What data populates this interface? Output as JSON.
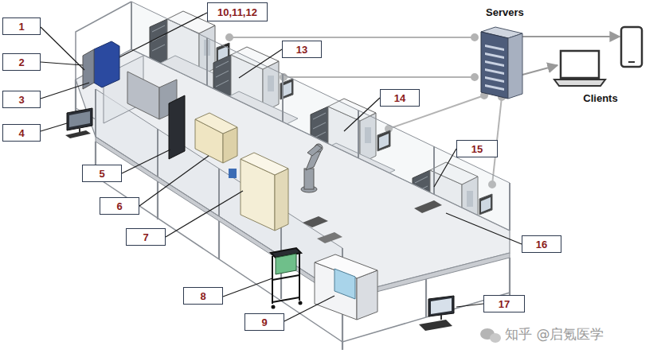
{
  "diagram": {
    "nodes": [
      {
        "text": [
          "10,11,12"
        ]
      },
      {
        "text": [
          "Servers"
        ]
      },
      {
        "text": [
          "1"
        ]
      },
      {
        "text": [
          "13"
        ]
      },
      {
        "text": [
          "2"
        ]
      },
      {
        "text": [
          "Clients"
        ]
      },
      {
        "text": [
          "3"
        ]
      },
      {
        "text": [
          "14"
        ]
      },
      {
        "text": [
          "4"
        ]
      },
      {
        "text": [
          "15"
        ]
      },
      {
        "text": [
          "5"
        ]
      },
      {
        "text": [
          "6"
        ]
      },
      {
        "text": [
          "7"
        ]
      },
      {
        "text": [
          "16"
        ]
      },
      {
        "text": [
          "8"
        ]
      },
      {
        "text": [
          "17"
        ]
      },
      {
        "text": [
          "9"
        ]
      }
    ],
    "edges": [
      {
        "from": 1,
        "to": 5,
        "arrow": "to"
      },
      {
        "from": 1,
        "to": 5,
        "arrow": "to"
      }
    ],
    "labels": [
      "知乎 @启氪医学"
    ]
  }
}
